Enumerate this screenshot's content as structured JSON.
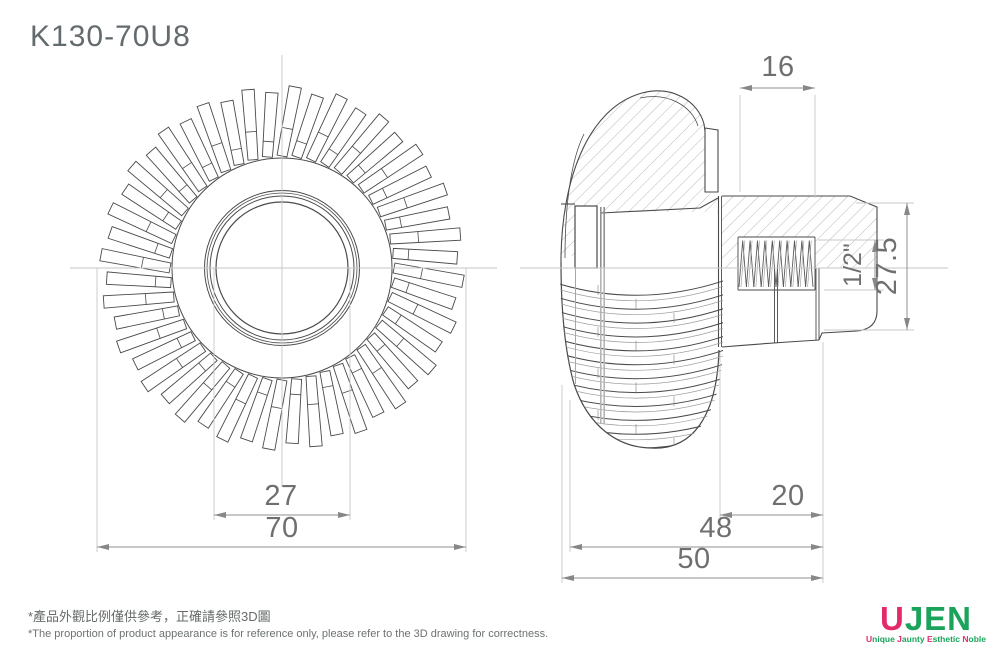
{
  "title": "K130-70U8",
  "front_view": {
    "dim_bore": "27",
    "dim_outer": "70"
  },
  "side_view": {
    "dim_thread_length": "16",
    "dim_thread": "1/2\"",
    "dim_rear_diameter": "27.5",
    "dim_rear_length": "20",
    "dim_body_length": "48",
    "dim_total_length": "50"
  },
  "notes": {
    "zh": "*產品外觀比例僅供參考，正確請參照3D圖",
    "en": "*The proportion of product appearance is for reference only, please refer to the 3D drawing for correctness."
  },
  "logo": {
    "letters": [
      {
        "text": "U",
        "color": "#e52a6b"
      },
      {
        "text": "JEN",
        "color": "#1ba35c"
      }
    ],
    "tagline": [
      {
        "text": "U",
        "color": "#e52a6b"
      },
      {
        "text": "nique ",
        "color": "#1ba35c"
      },
      {
        "text": "J",
        "color": "#e52a6b"
      },
      {
        "text": "aunty ",
        "color": "#1ba35c"
      },
      {
        "text": "E",
        "color": "#e52a6b"
      },
      {
        "text": "sthetic ",
        "color": "#1ba35c"
      },
      {
        "text": "N",
        "color": "#e52a6b"
      },
      {
        "text": "oble",
        "color": "#1ba35c"
      }
    ],
    "colors": {
      "red": "#e52a6b",
      "green": "#1ba35c"
    }
  }
}
